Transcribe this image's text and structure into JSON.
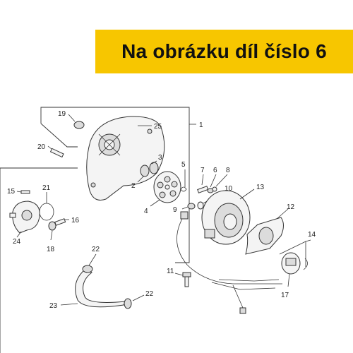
{
  "banner": {
    "title": "Na obrázku díl číslo 6",
    "background_color": "#f7c600"
  },
  "parts": [
    {
      "number": "1"
    },
    {
      "number": "2"
    },
    {
      "number": "3"
    },
    {
      "number": "4"
    },
    {
      "number": "5"
    },
    {
      "number": "6"
    },
    {
      "number": "7"
    },
    {
      "number": "8"
    },
    {
      "number": "9"
    },
    {
      "number": "10"
    },
    {
      "number": "11"
    },
    {
      "number": "12"
    },
    {
      "number": "13"
    },
    {
      "number": "14"
    },
    {
      "number": "15"
    },
    {
      "number": "16"
    },
    {
      "number": "17"
    },
    {
      "number": "18"
    },
    {
      "number": "19"
    },
    {
      "number": "20"
    },
    {
      "number": "21"
    },
    {
      "number": "22"
    },
    {
      "number": "22"
    },
    {
      "number": "23"
    },
    {
      "number": "24"
    },
    {
      "number": "25"
    }
  ]
}
